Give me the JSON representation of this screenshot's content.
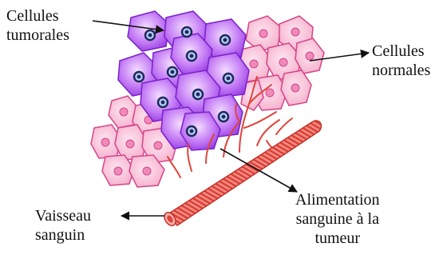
{
  "labels": {
    "tumor_cells": [
      "Cellules",
      "tumorales"
    ],
    "normal_cells": [
      "Cellules",
      "normales"
    ],
    "vessel": [
      "Vaisseau",
      "sanguin"
    ],
    "blood_supply": [
      "Alimentation",
      "sanguine  à la",
      "tumeur"
    ]
  },
  "colors": {
    "tumor_fill": "#a855f7",
    "tumor_fill_light": "#e9c6ff",
    "tumor_nucleus": "#1e2a5a",
    "normal_fill": "#f7b6cf",
    "normal_stroke": "#d4458a",
    "normal_nucleus": "#f08ab8",
    "vessel": "#e0443a",
    "arrow": "#111111"
  }
}
